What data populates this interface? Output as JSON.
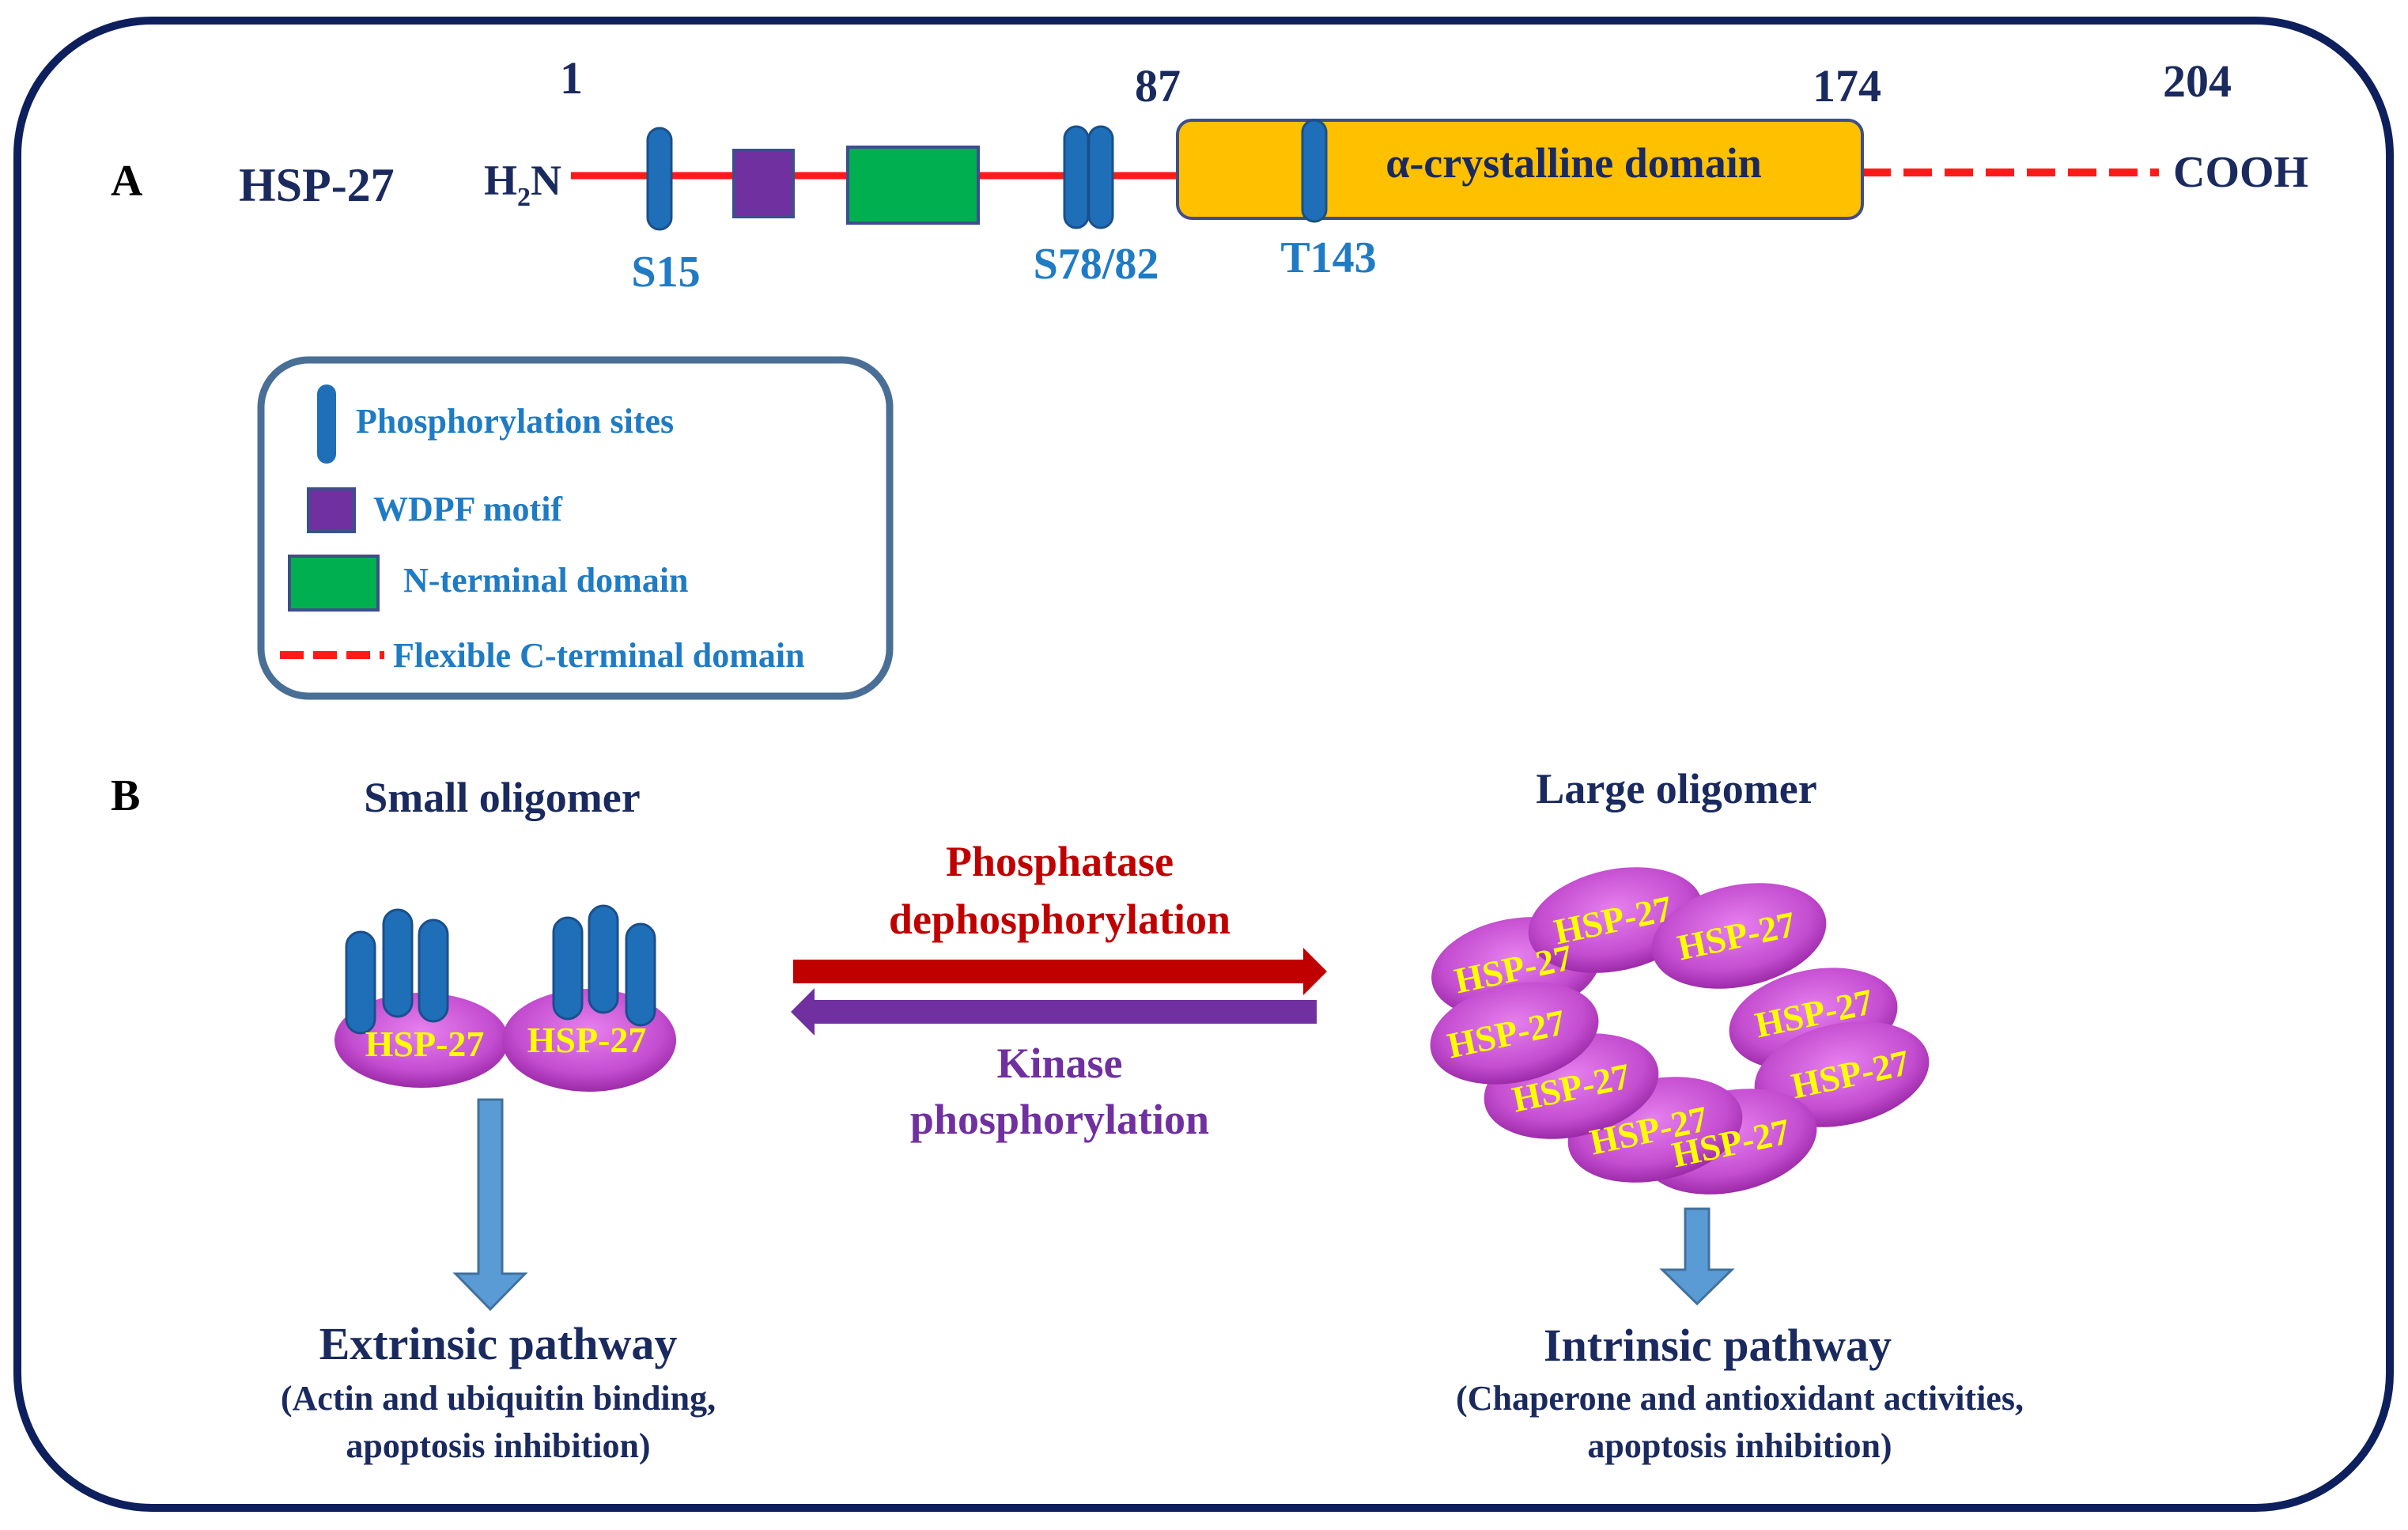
{
  "panel_a": {
    "label": "A",
    "protein": "HSP-27",
    "n_terminus": "H",
    "n_terminus_sub": "2",
    "n_terminus_tail": "N",
    "c_terminus": "COOH",
    "positions": [
      "1",
      "87",
      "174",
      "204"
    ],
    "alpha_domain": "α-crystalline domain",
    "sites": [
      "S15",
      "S78/82",
      "T143"
    ]
  },
  "legend": {
    "phospho": "Phosphorylation sites",
    "wdpf": "WDPF motif",
    "nterm": "N-terminal domain",
    "cterm": "Flexible C-terminal domain"
  },
  "panel_b": {
    "label": "B",
    "small_title": "Small oligomer",
    "large_title": "Large oligomer",
    "monomer_label": "HSP-27",
    "forward_line1": "Phosphatase",
    "forward_line2": "dephosphorylation",
    "reverse_line1": "Kinase",
    "reverse_line2": "phosphorylation",
    "extrinsic_title": "Extrinsic pathway",
    "extrinsic_line1": "(Actin and ubiquitin binding,",
    "extrinsic_line2": "apoptosis inhibition)",
    "intrinsic_title": "Intrinsic pathway",
    "intrinsic_line1": "(Chaperone and antioxidant activities,",
    "intrinsic_line2": "apoptosis inhibition)"
  },
  "colors": {
    "frame": "#0d1f5c",
    "navy_text": "#1a2a5e",
    "blue_text": "#1f7bc4",
    "phospho_blue": "#1f6fb8",
    "wdpf_purple": "#7030a0",
    "nterm_green": "#00b050",
    "alpha_gold": "#ffc000",
    "backbone_red": "#ff1a1a",
    "dephospho_red": "#c00000",
    "kinase_purple": "#7030a0",
    "oligomer_magenta": "#c44dd0",
    "oligomer_label_yellow": "#ffff00",
    "down_arrow_blue": "#5b9bd5"
  }
}
